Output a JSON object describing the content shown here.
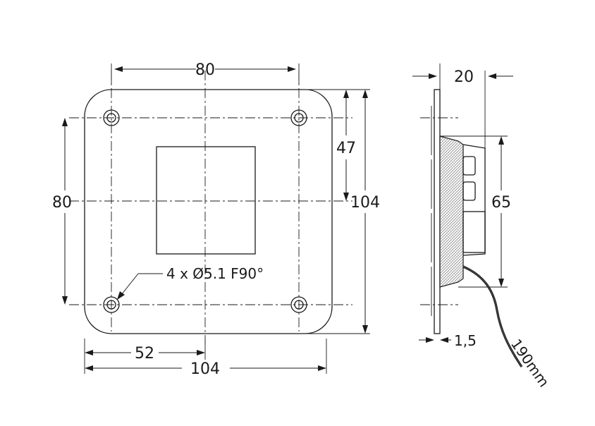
{
  "dimensions": {
    "front_top_width": "80",
    "front_left_height": "80",
    "front_right_inner": "47",
    "front_right_overall": "104",
    "front_bottom_half": "52",
    "front_bottom_overall": "104",
    "holes_note": "4 x Ø5.1 F90°",
    "side_depth": "20",
    "side_height": "65",
    "side_thickness": "1,5",
    "cable_length": "190mm"
  },
  "colors": {
    "line": "#1a1a1a",
    "hatch": "#888888",
    "cable": "#1a1a1a"
  }
}
